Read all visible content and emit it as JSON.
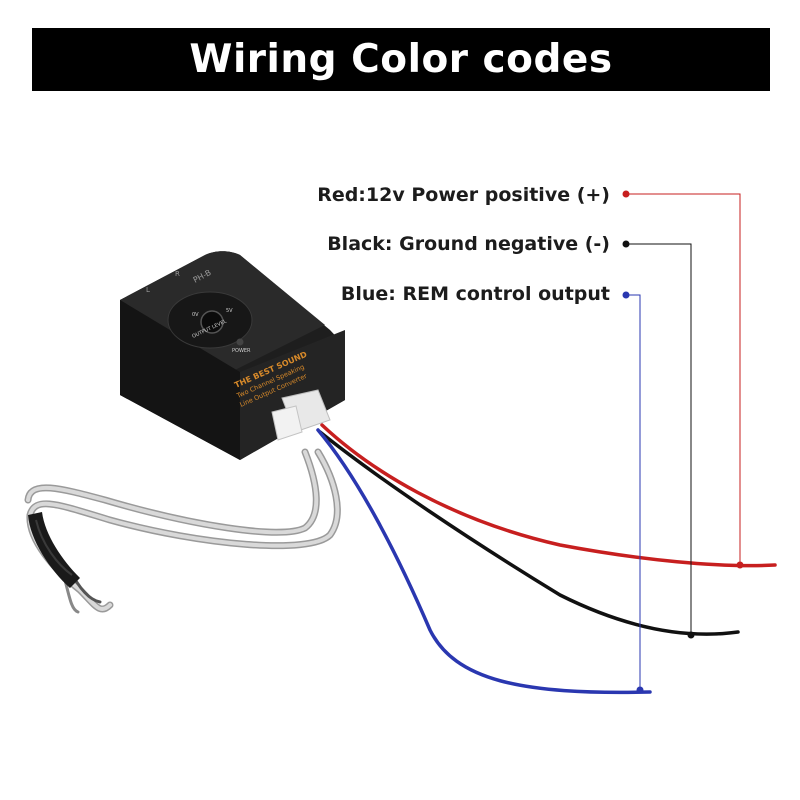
{
  "title": "Wiring Color codes",
  "wires": [
    {
      "label": "Red:12v Power positive (+)",
      "color": "#d22222"
    },
    {
      "label": "Black: Ground negative (-)",
      "color": "#111111"
    },
    {
      "label": "Blue: REM control output",
      "color": "#2a37b0"
    }
  ],
  "device": {
    "brand": "THE BEST SOUND",
    "line1": "Two Channel Speaking",
    "line2": "Line Output Converter",
    "model": "PH-B",
    "knob_label": "OUTPUT LEVEL",
    "knob_min": "0V",
    "knob_max": "5V",
    "power_label": "POWER",
    "channel_left": "L",
    "channel_right": "R"
  }
}
